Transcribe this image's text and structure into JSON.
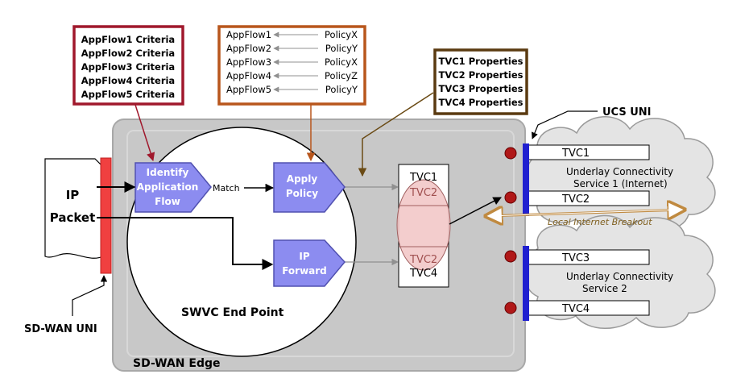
{
  "colors": {
    "edge_fill": "#c8c8c8",
    "edge_border": "#a0a0a0",
    "criteria_border": "#a0182c",
    "policy_border": "#b8561c",
    "tvc_props_border": "#5a3a10",
    "function_fill": "#8c8cf0",
    "function_border": "#5050b0",
    "uni_red": "#f04040",
    "uni_blue": "#2020d0",
    "ellipse_fill": "#f2c8c8",
    "port_red": "#b01818",
    "breakout_text": "#806020"
  },
  "criteria_box": {
    "items": [
      "AppFlow1 Criteria",
      "AppFlow2 Criteria",
      "AppFlow3 Criteria",
      "AppFlow4 Criteria",
      "AppFlow5 Criteria"
    ]
  },
  "policy_box": {
    "flows": [
      "AppFlow1",
      "AppFlow2",
      "AppFlow3",
      "AppFlow4",
      "AppFlow5"
    ],
    "policies": [
      "PolicyX",
      "PolicyY",
      "PolicyX",
      "PolicyZ",
      "PolicyY"
    ]
  },
  "tvc_props_box": {
    "items": [
      "TVC1 Properties",
      "TVC2 Properties",
      "TVC3 Properties",
      "TVC4 Properties"
    ]
  },
  "labels": {
    "ucs_uni": "UCS UNI",
    "sdwan_uni": "SD-WAN UNI",
    "sdwan_edge": "SD-WAN Edge",
    "swvc_end_point": "SWVC End Point",
    "ip_packet_line1": "IP",
    "ip_packet_line2": "Packet",
    "match": "Match",
    "identify_line1": "Identify",
    "identify_line2": "Application",
    "identify_line3": "Flow",
    "apply_line1": "Apply",
    "apply_line2": "Policy",
    "forward_line1": "IP",
    "forward_line2": "Forward",
    "local_breakout": "Local Internet Breakout"
  },
  "tvc_column": {
    "tvc1": "TVC1",
    "tvc2_top": "TVC2",
    "tvc2_bottom": "TVC2",
    "tvc4": "TVC4"
  },
  "cloud1": {
    "line1": "Underlay Connectivity",
    "line2": "Service 1 (Internet)",
    "tvc_a": "TVC1",
    "tvc_b": "TVC2"
  },
  "cloud2": {
    "line1": "Underlay Connectivity",
    "line2": "Service 2",
    "tvc_a": "TVC3",
    "tvc_b": "TVC4"
  }
}
